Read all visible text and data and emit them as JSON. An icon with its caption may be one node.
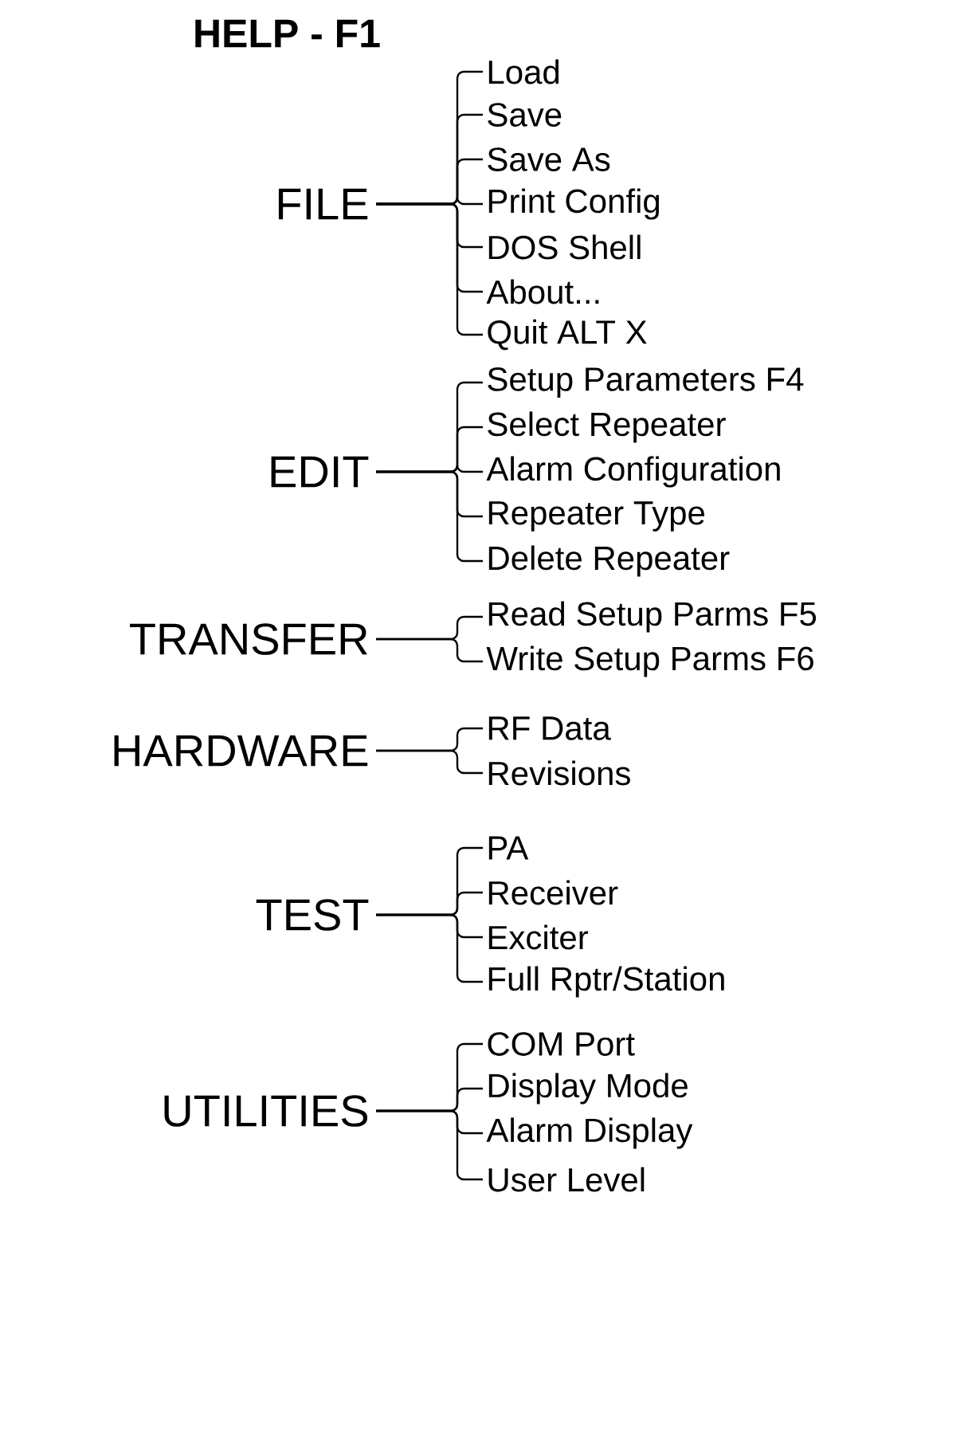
{
  "diagram": {
    "title": "HELP - F1",
    "nodes": [
      {
        "text": [
          "FILE"
        ]
      },
      {
        "text": [
          "Load"
        ]
      },
      {
        "text": [
          "Save"
        ]
      },
      {
        "text": [
          "Save As"
        ]
      },
      {
        "text": [
          "Print Config"
        ]
      },
      {
        "text": [
          "DOS Shell"
        ]
      },
      {
        "text": [
          "About..."
        ]
      },
      {
        "text": [
          "Quit ALT X"
        ]
      },
      {
        "text": [
          "EDIT"
        ]
      },
      {
        "text": [
          "Setup Parameters F4"
        ]
      },
      {
        "text": [
          "Select Repeater"
        ]
      },
      {
        "text": [
          "Alarm Configuration"
        ]
      },
      {
        "text": [
          "Repeater Type"
        ]
      },
      {
        "text": [
          "Delete Repeater"
        ]
      },
      {
        "text": [
          "TRANSFER"
        ]
      },
      {
        "text": [
          "Read Setup Parms F5"
        ]
      },
      {
        "text": [
          "Write Setup Parms F6"
        ]
      },
      {
        "text": [
          "HARDWARE"
        ]
      },
      {
        "text": [
          "RF Data"
        ]
      },
      {
        "text": [
          "Revisions"
        ]
      },
      {
        "text": [
          "TEST"
        ]
      },
      {
        "text": [
          "PA"
        ]
      },
      {
        "text": [
          "Receiver"
        ]
      },
      {
        "text": [
          "Exciter"
        ]
      },
      {
        "text": [
          "Full Rptr/Station"
        ]
      },
      {
        "text": [
          "UTILITIES"
        ]
      },
      {
        "text": [
          "COM Port"
        ]
      },
      {
        "text": [
          "Display Mode"
        ]
      },
      {
        "text": [
          "Alarm Display"
        ]
      },
      {
        "text": [
          "User Level"
        ]
      }
    ],
    "edges": [
      {
        "from": 0,
        "to": 1,
        "arrow": "none"
      },
      {
        "from": 0,
        "to": 2,
        "arrow": "none"
      },
      {
        "from": 0,
        "to": 3,
        "arrow": "none"
      },
      {
        "from": 0,
        "to": 4,
        "arrow": "none"
      },
      {
        "from": 0,
        "to": 5,
        "arrow": "none"
      },
      {
        "from": 0,
        "to": 6,
        "arrow": "none"
      },
      {
        "from": 0,
        "to": 7,
        "arrow": "none"
      },
      {
        "from": 8,
        "to": 9,
        "arrow": "none"
      },
      {
        "from": 8,
        "to": 10,
        "arrow": "none"
      },
      {
        "from": 8,
        "to": 11,
        "arrow": "none"
      },
      {
        "from": 8,
        "to": 12,
        "arrow": "none"
      },
      {
        "from": 8,
        "to": 13,
        "arrow": "none"
      },
      {
        "from": 14,
        "to": 15,
        "arrow": "none"
      },
      {
        "from": 14,
        "to": 16,
        "arrow": "none"
      },
      {
        "from": 17,
        "to": 18,
        "arrow": "none"
      },
      {
        "from": 17,
        "to": 19,
        "arrow": "none"
      },
      {
        "from": 20,
        "to": 21,
        "arrow": "none"
      },
      {
        "from": 20,
        "to": 22,
        "arrow": "none"
      },
      {
        "from": 20,
        "to": 23,
        "arrow": "none"
      },
      {
        "from": 20,
        "to": 24,
        "arrow": "none"
      },
      {
        "from": 25,
        "to": 26,
        "arrow": "none"
      },
      {
        "from": 25,
        "to": 27,
        "arrow": "none"
      },
      {
        "from": 25,
        "to": 28,
        "arrow": "none"
      },
      {
        "from": 25,
        "to": 29,
        "arrow": "none"
      }
    ]
  }
}
